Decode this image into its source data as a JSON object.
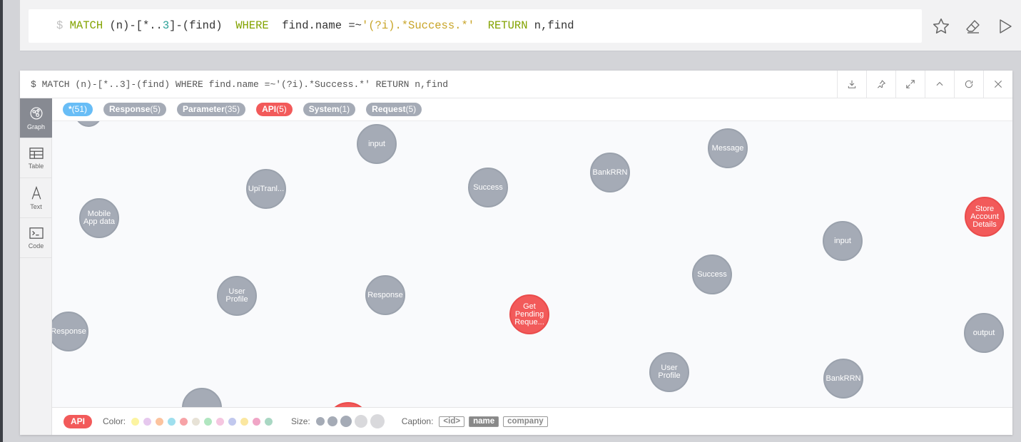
{
  "editor": {
    "prompt": "$",
    "query_parts": {
      "match": "MATCH",
      "pattern_a": " (n)-[*..",
      "num": "3",
      "pattern_b": "]-(find)  ",
      "where": "WHERE",
      "cond": "  find.name =~",
      "regex": "'(?i).*Success.*'",
      "gap": "  ",
      "ret": "RETURN",
      "ret_vals": " n,find"
    },
    "actions": [
      "star-icon",
      "eraser-icon",
      "play-icon"
    ]
  },
  "frame": {
    "command": "$ MATCH (n)-[*..3]-(find) WHERE find.name =~'(?i).*Success.*' RETURN n,find",
    "actions": [
      "download-icon",
      "pin-icon",
      "expand-icon",
      "collapse-icon",
      "rerun-icon",
      "close-icon"
    ]
  },
  "sidebar": {
    "views": [
      {
        "label": "Graph",
        "icon": "graph-icon",
        "active": true
      },
      {
        "label": "Table",
        "icon": "table-icon",
        "active": false
      },
      {
        "label": "Text",
        "icon": "text-icon",
        "active": false
      },
      {
        "label": "Code",
        "icon": "code-icon",
        "active": false
      }
    ]
  },
  "labels": [
    {
      "name": "*",
      "count": "(51)",
      "kind": "all"
    },
    {
      "name": "Response",
      "count": "(5)",
      "kind": "default"
    },
    {
      "name": "Parameter",
      "count": "(35)",
      "kind": "default"
    },
    {
      "name": "API",
      "count": "(5)",
      "kind": "api"
    },
    {
      "name": "System",
      "count": "(1)",
      "kind": "default"
    },
    {
      "name": "Request",
      "count": "(5)",
      "kind": "default"
    }
  ],
  "nodes": [
    {
      "lines": [
        "input"
      ],
      "kind": "default"
    },
    {
      "lines": [
        "Message"
      ],
      "kind": "default"
    },
    {
      "lines": [
        "BankRRN"
      ],
      "kind": "default"
    },
    {
      "lines": [
        "UpiTranl..."
      ],
      "kind": "default"
    },
    {
      "lines": [
        "Success"
      ],
      "kind": "default"
    },
    {
      "lines": [
        "Mobile",
        "App data"
      ],
      "kind": "default"
    },
    {
      "lines": [
        "Store",
        "Account",
        "Details"
      ],
      "kind": "api"
    },
    {
      "lines": [
        "input"
      ],
      "kind": "default"
    },
    {
      "lines": [
        "Success"
      ],
      "kind": "default"
    },
    {
      "lines": [
        "User",
        "Profile"
      ],
      "kind": "default"
    },
    {
      "lines": [
        "Response"
      ],
      "kind": "default"
    },
    {
      "lines": [
        "Get",
        "Pending",
        "Reque..."
      ],
      "kind": "api"
    },
    {
      "lines": [
        "Response"
      ],
      "kind": "default"
    },
    {
      "lines": [
        "output"
      ],
      "kind": "default"
    },
    {
      "lines": [
        "User",
        "Profile"
      ],
      "kind": "default"
    },
    {
      "lines": [
        "BankRRN"
      ],
      "kind": "default"
    },
    {
      "lines": [
        ""
      ],
      "kind": "default"
    },
    {
      "lines": [
        ""
      ],
      "kind": "default"
    },
    {
      "lines": [
        ""
      ],
      "kind": "api"
    }
  ],
  "inspector": {
    "selected_label": "API",
    "color_label": "Color:",
    "colors": [
      "#fcf4a1",
      "#e6c8ee",
      "#fcc39e",
      "#9fdfee",
      "#f7a3a7",
      "#e7e2d6",
      "#b0e6c0",
      "#f5c6e0",
      "#c1c8ee",
      "#fbe7a0",
      "#f0a5c6",
      "#a9d7c3"
    ],
    "size_label": "Size:",
    "sizes": [
      "s1",
      "s2",
      "s3",
      "s4",
      "s5"
    ],
    "caption_label": "Caption:",
    "captions": [
      {
        "text": "<id>",
        "selected": false
      },
      {
        "text": "name",
        "selected": true
      },
      {
        "text": "company",
        "selected": false
      }
    ]
  }
}
